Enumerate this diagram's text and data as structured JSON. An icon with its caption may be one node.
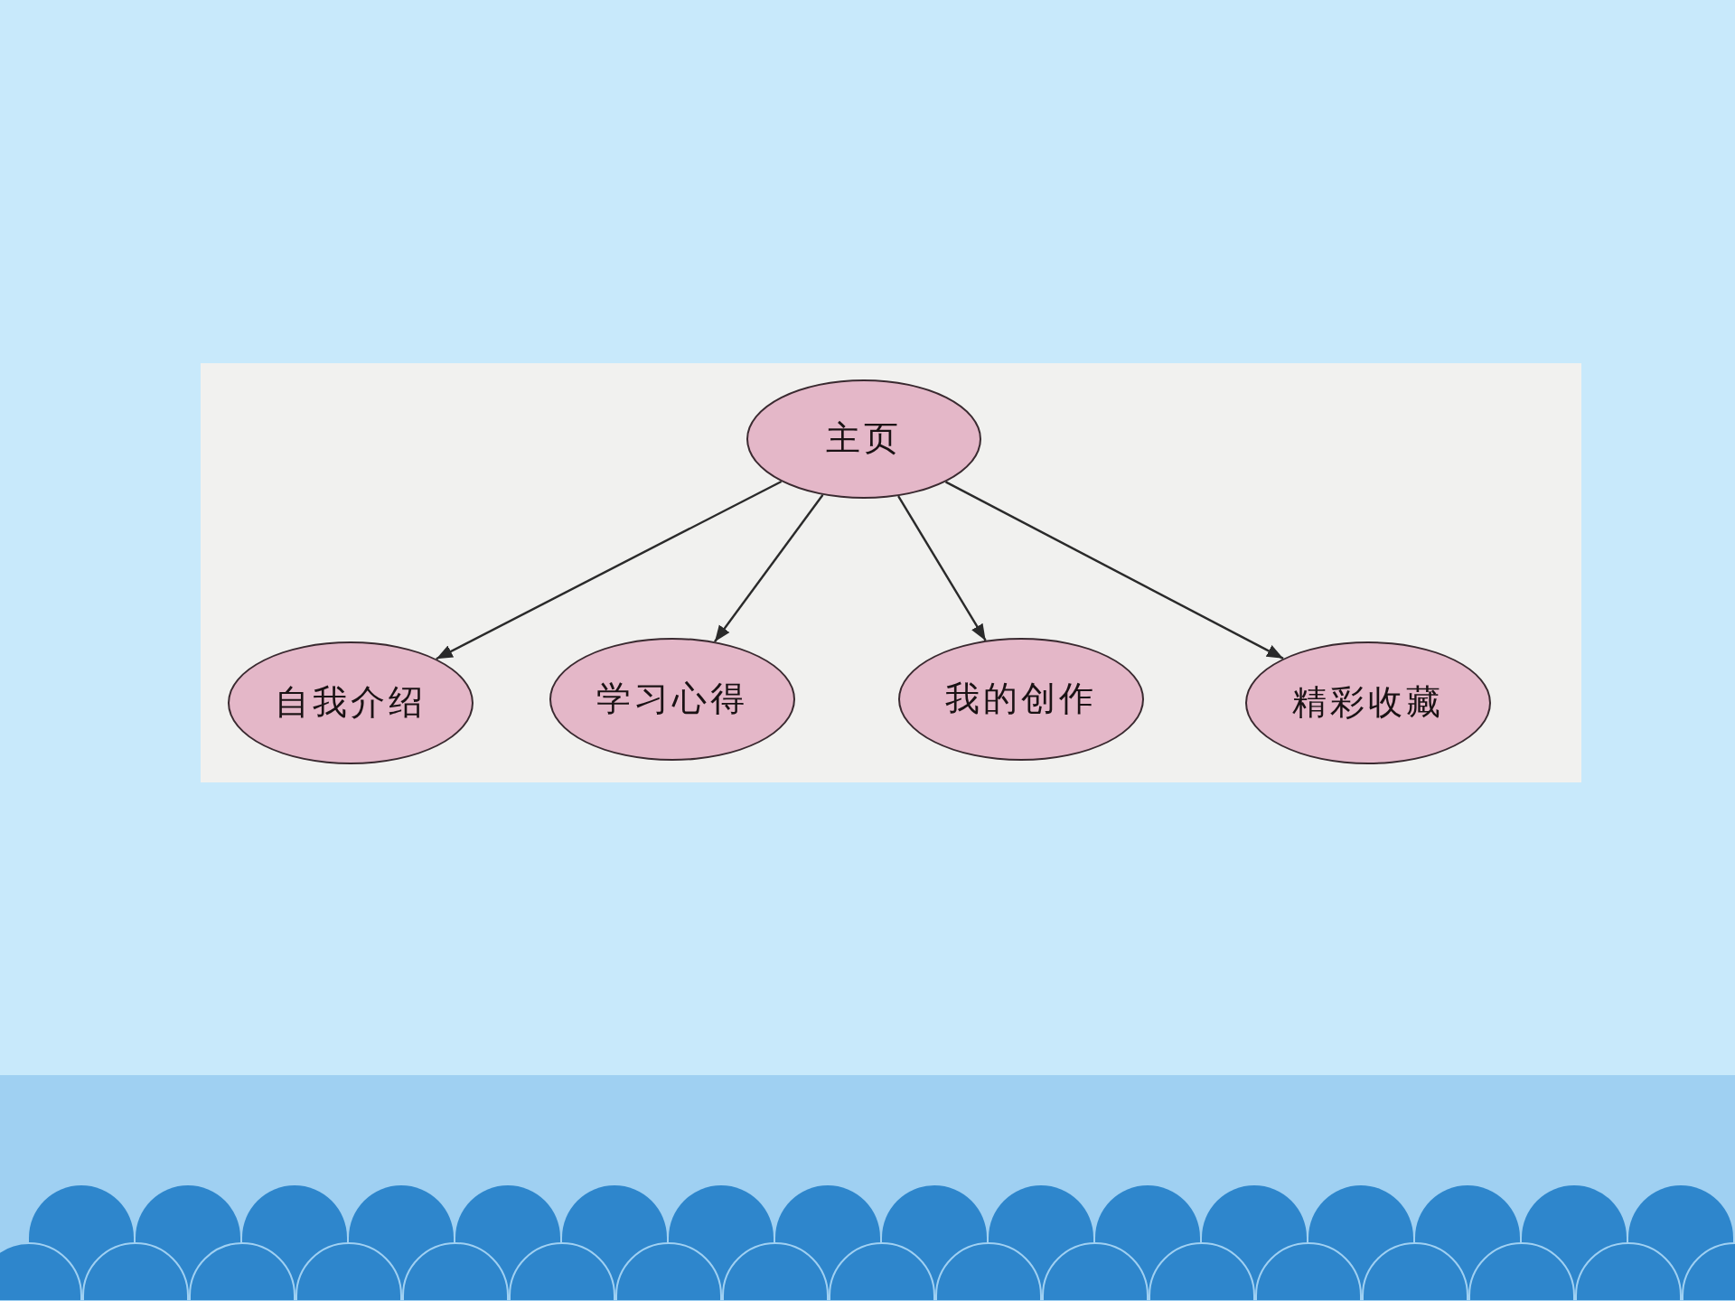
{
  "diagram": {
    "nodes": [
      {
        "text": [
          "主页"
        ]
      },
      {
        "text": [
          "自我介绍"
        ]
      },
      {
        "text": [
          "学习心得"
        ]
      },
      {
        "text": [
          "我的创作"
        ]
      },
      {
        "text": [
          "精彩收藏"
        ]
      }
    ],
    "edges": [
      {
        "from": 0,
        "to": 1,
        "arrow": "to"
      },
      {
        "from": 0,
        "to": 2,
        "arrow": "to"
      },
      {
        "from": 0,
        "to": 3,
        "arrow": "to"
      },
      {
        "from": 0,
        "to": 4,
        "arrow": "to"
      }
    ]
  }
}
